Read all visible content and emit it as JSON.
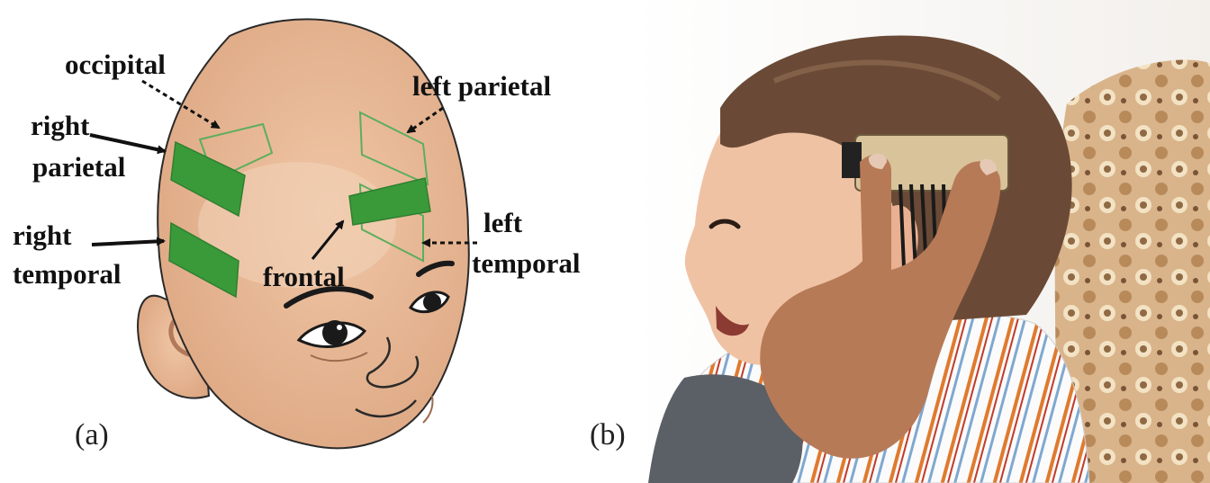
{
  "panel_a": {
    "caption": "(a)",
    "labels": {
      "occipital": "occipital",
      "right_parietal_1": "right",
      "right_parietal_2": "parietal",
      "right_temporal_1": "right",
      "right_temporal_2": "temporal",
      "frontal": "frontal",
      "left_parietal": "left parietal",
      "left_temporal_1": "left",
      "left_temporal_2": "temporal"
    },
    "colors": {
      "skin": "#e8b794",
      "outline": "#2a2a2a",
      "electrode_fill": "#3a9a3a",
      "electrode_outline": "#5cae5c"
    }
  },
  "panel_b": {
    "caption": "(b)"
  }
}
